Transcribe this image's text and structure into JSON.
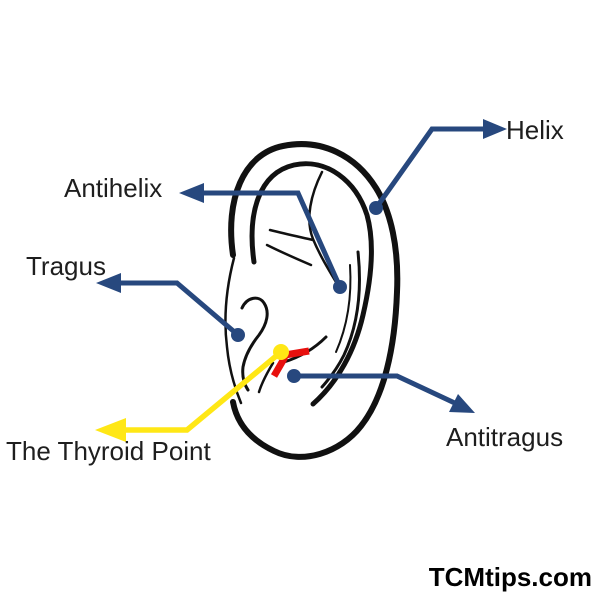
{
  "labels": {
    "helix": "Helix",
    "antihelix": "Antihelix",
    "tragus": "Tragus",
    "thyroid_point": "The Thyroid Point",
    "antitragus": "Antitragus"
  },
  "watermark": "TCMtips.com",
  "colors": {
    "arrow": "#27487E",
    "thyroid_arrow": "#FFE715",
    "thyroid_mark": "#E8100E",
    "outline": "#111111",
    "label_text": "#1E1E1E",
    "watermark_text": "#000000",
    "background": "#FFFFFF"
  }
}
